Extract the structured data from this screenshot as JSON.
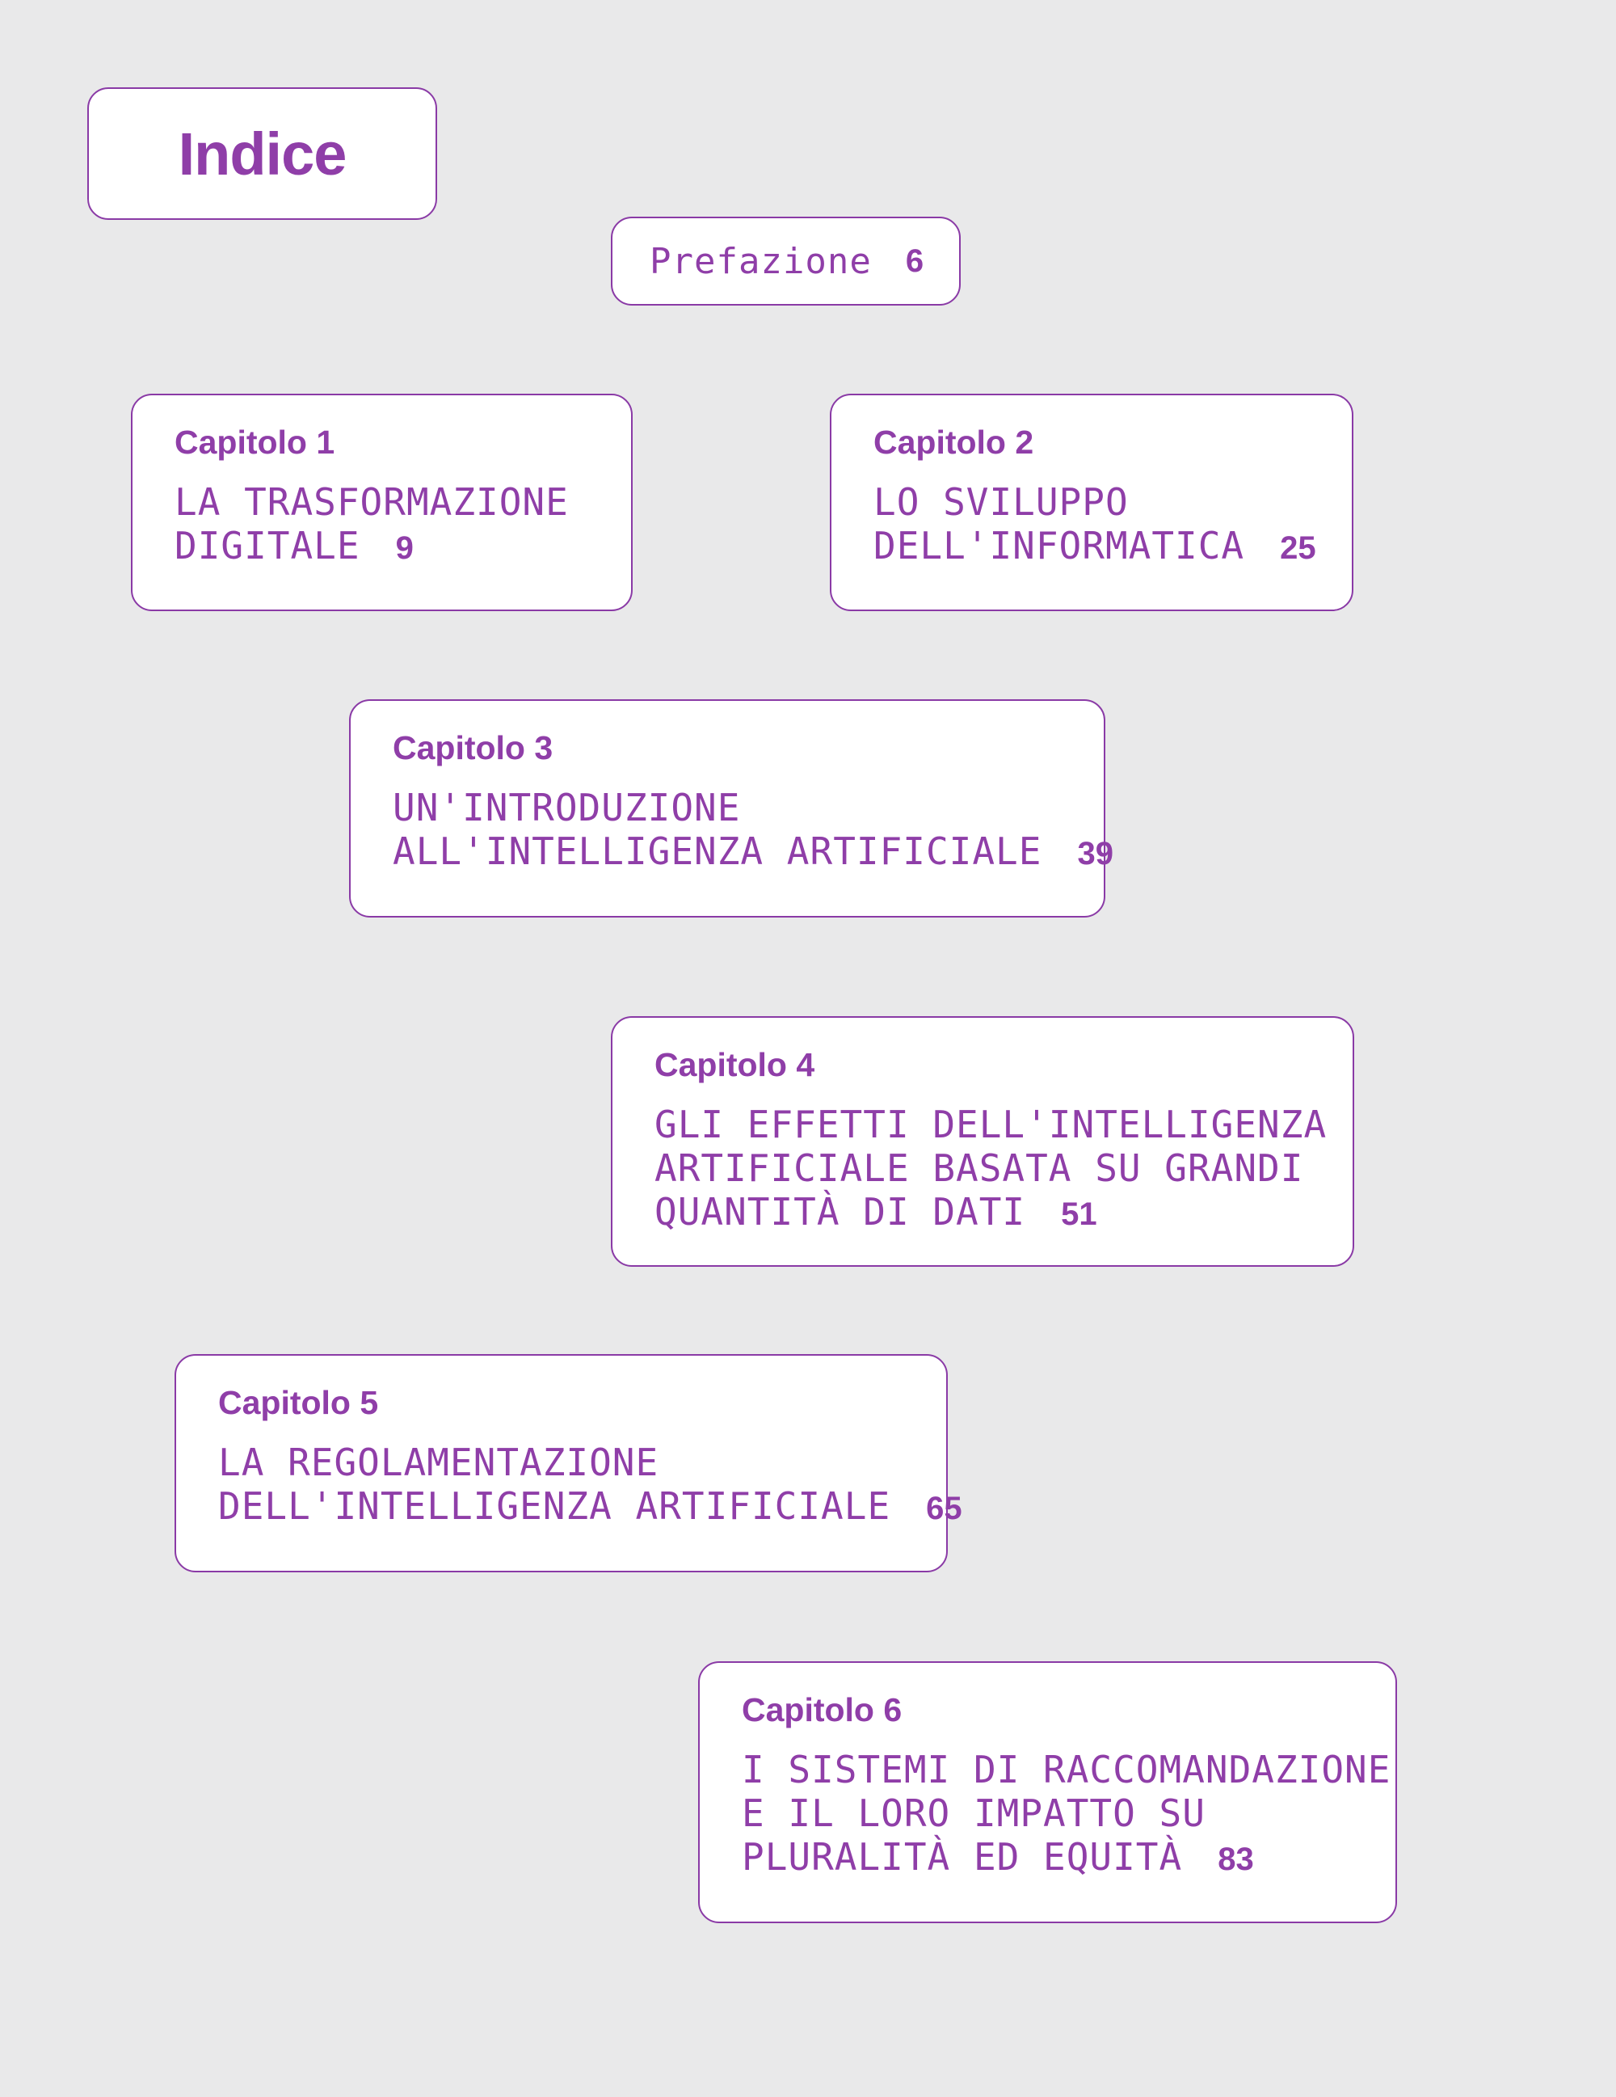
{
  "index": {
    "title": "Indice"
  },
  "preface": {
    "label": "Prefazione",
    "page": "6"
  },
  "chapters": [
    {
      "label": "Capitolo 1",
      "lines": [
        "LA TRASFORMAZIONE",
        "DIGITALE"
      ],
      "page": "9"
    },
    {
      "label": "Capitolo 2",
      "lines": [
        "LO SVILUPPO",
        "DELL'INFORMATICA"
      ],
      "page": "25"
    },
    {
      "label": "Capitolo 3",
      "lines": [
        "UN'INTRODUZIONE",
        "ALL'INTELLIGENZA ARTIFICIALE"
      ],
      "page": "39"
    },
    {
      "label": "Capitolo 4",
      "lines": [
        "GLI EFFETTI DELL'INTELLIGENZA",
        "ARTIFICIALE BASATA SU GRANDI",
        "QUANTITÀ DI DATI"
      ],
      "page": "51"
    },
    {
      "label": "Capitolo 5",
      "lines": [
        "LA REGOLAMENTAZIONE",
        "DELL'INTELLIGENZA ARTIFICIALE"
      ],
      "page": "65"
    },
    {
      "label": "Capitolo 6",
      "lines": [
        "I SISTEMI DI RACCOMANDAZIONE",
        "E IL LORO IMPATTO SU",
        "PLURALITÀ ED EQUITÀ"
      ],
      "page": "83"
    }
  ],
  "colors": {
    "accent": "#8f3ea8",
    "border": "#8a3aa6",
    "background": "#e9e9ea",
    "card": "#ffffff"
  }
}
